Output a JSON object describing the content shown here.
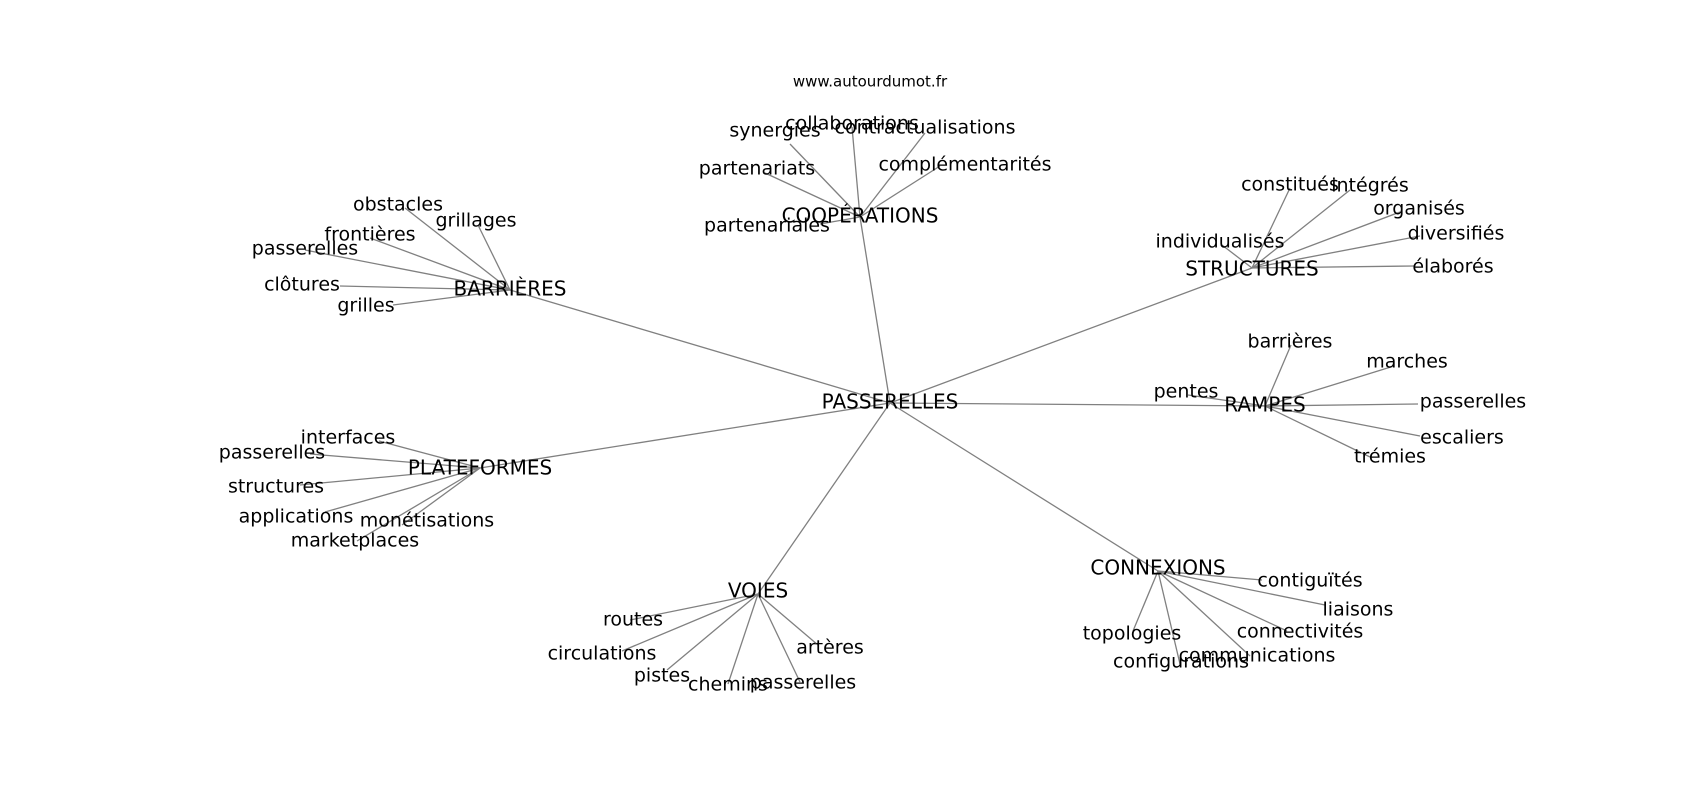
{
  "website": "www.autourdumot.fr",
  "colors": {
    "edge": "#808080",
    "text": "#000000",
    "background": "#ffffff"
  },
  "graph": {
    "center": "PASSERELLES",
    "clusters": [
      {
        "hub": "COOPÉRATIONS",
        "leaves": [
          "synergies",
          "collaborations",
          "contractualisations",
          "partenariats",
          "complémentarités",
          "partenariales"
        ]
      },
      {
        "hub": "BARRIÈRES",
        "leaves": [
          "obstacles",
          "grillages",
          "frontières",
          "passerelles",
          "clôtures",
          "grilles"
        ]
      },
      {
        "hub": "STRUCTURES",
        "leaves": [
          "constitués",
          "intégrés",
          "organisés",
          "individualisés",
          "diversifiés",
          "élaborés"
        ]
      },
      {
        "hub": "RAMPES",
        "leaves": [
          "barrières",
          "marches",
          "pentes",
          "passerelles",
          "escaliers",
          "trémies"
        ]
      },
      {
        "hub": "PLATEFORMES",
        "leaves": [
          "interfaces",
          "passerelles",
          "structures",
          "applications",
          "monétisations",
          "marketplaces"
        ]
      },
      {
        "hub": "VOIES",
        "leaves": [
          "routes",
          "circulations",
          "artères",
          "pistes",
          "chemins",
          "passerelles"
        ]
      },
      {
        "hub": "CONNEXIONS",
        "leaves": [
          "contiguïtés",
          "liaisons",
          "connectivités",
          "topologies",
          "communications",
          "configurations"
        ]
      }
    ]
  }
}
